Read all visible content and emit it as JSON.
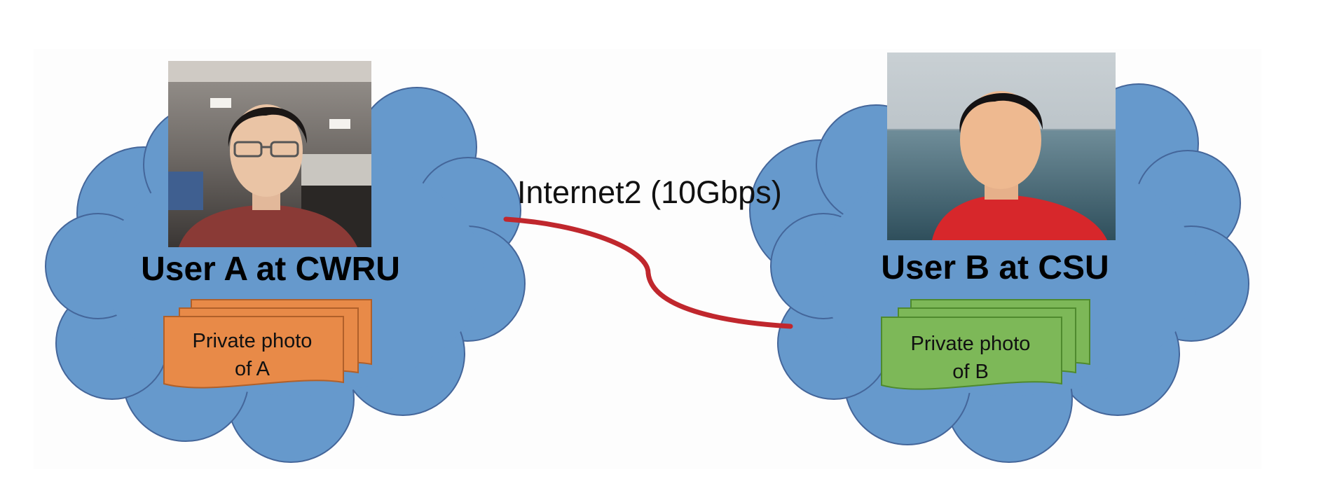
{
  "diagram": {
    "link": {
      "label": "Internet2 (10Gbps)",
      "color": "#c0272d"
    },
    "cloud_color": "#6699cc",
    "cloud_stroke": "#44669a",
    "user_a": {
      "label": "User A at CWRU",
      "photo_caption_line1": "Private photo",
      "photo_caption_line2": "of A",
      "doc_color": "#e88a48",
      "doc_stroke": "#b0602a"
    },
    "user_b": {
      "label": "User B at CSU",
      "photo_caption_line1": "Private photo",
      "photo_caption_line2": "of B",
      "doc_color": "#7db858",
      "doc_stroke": "#4f8a2e"
    }
  }
}
